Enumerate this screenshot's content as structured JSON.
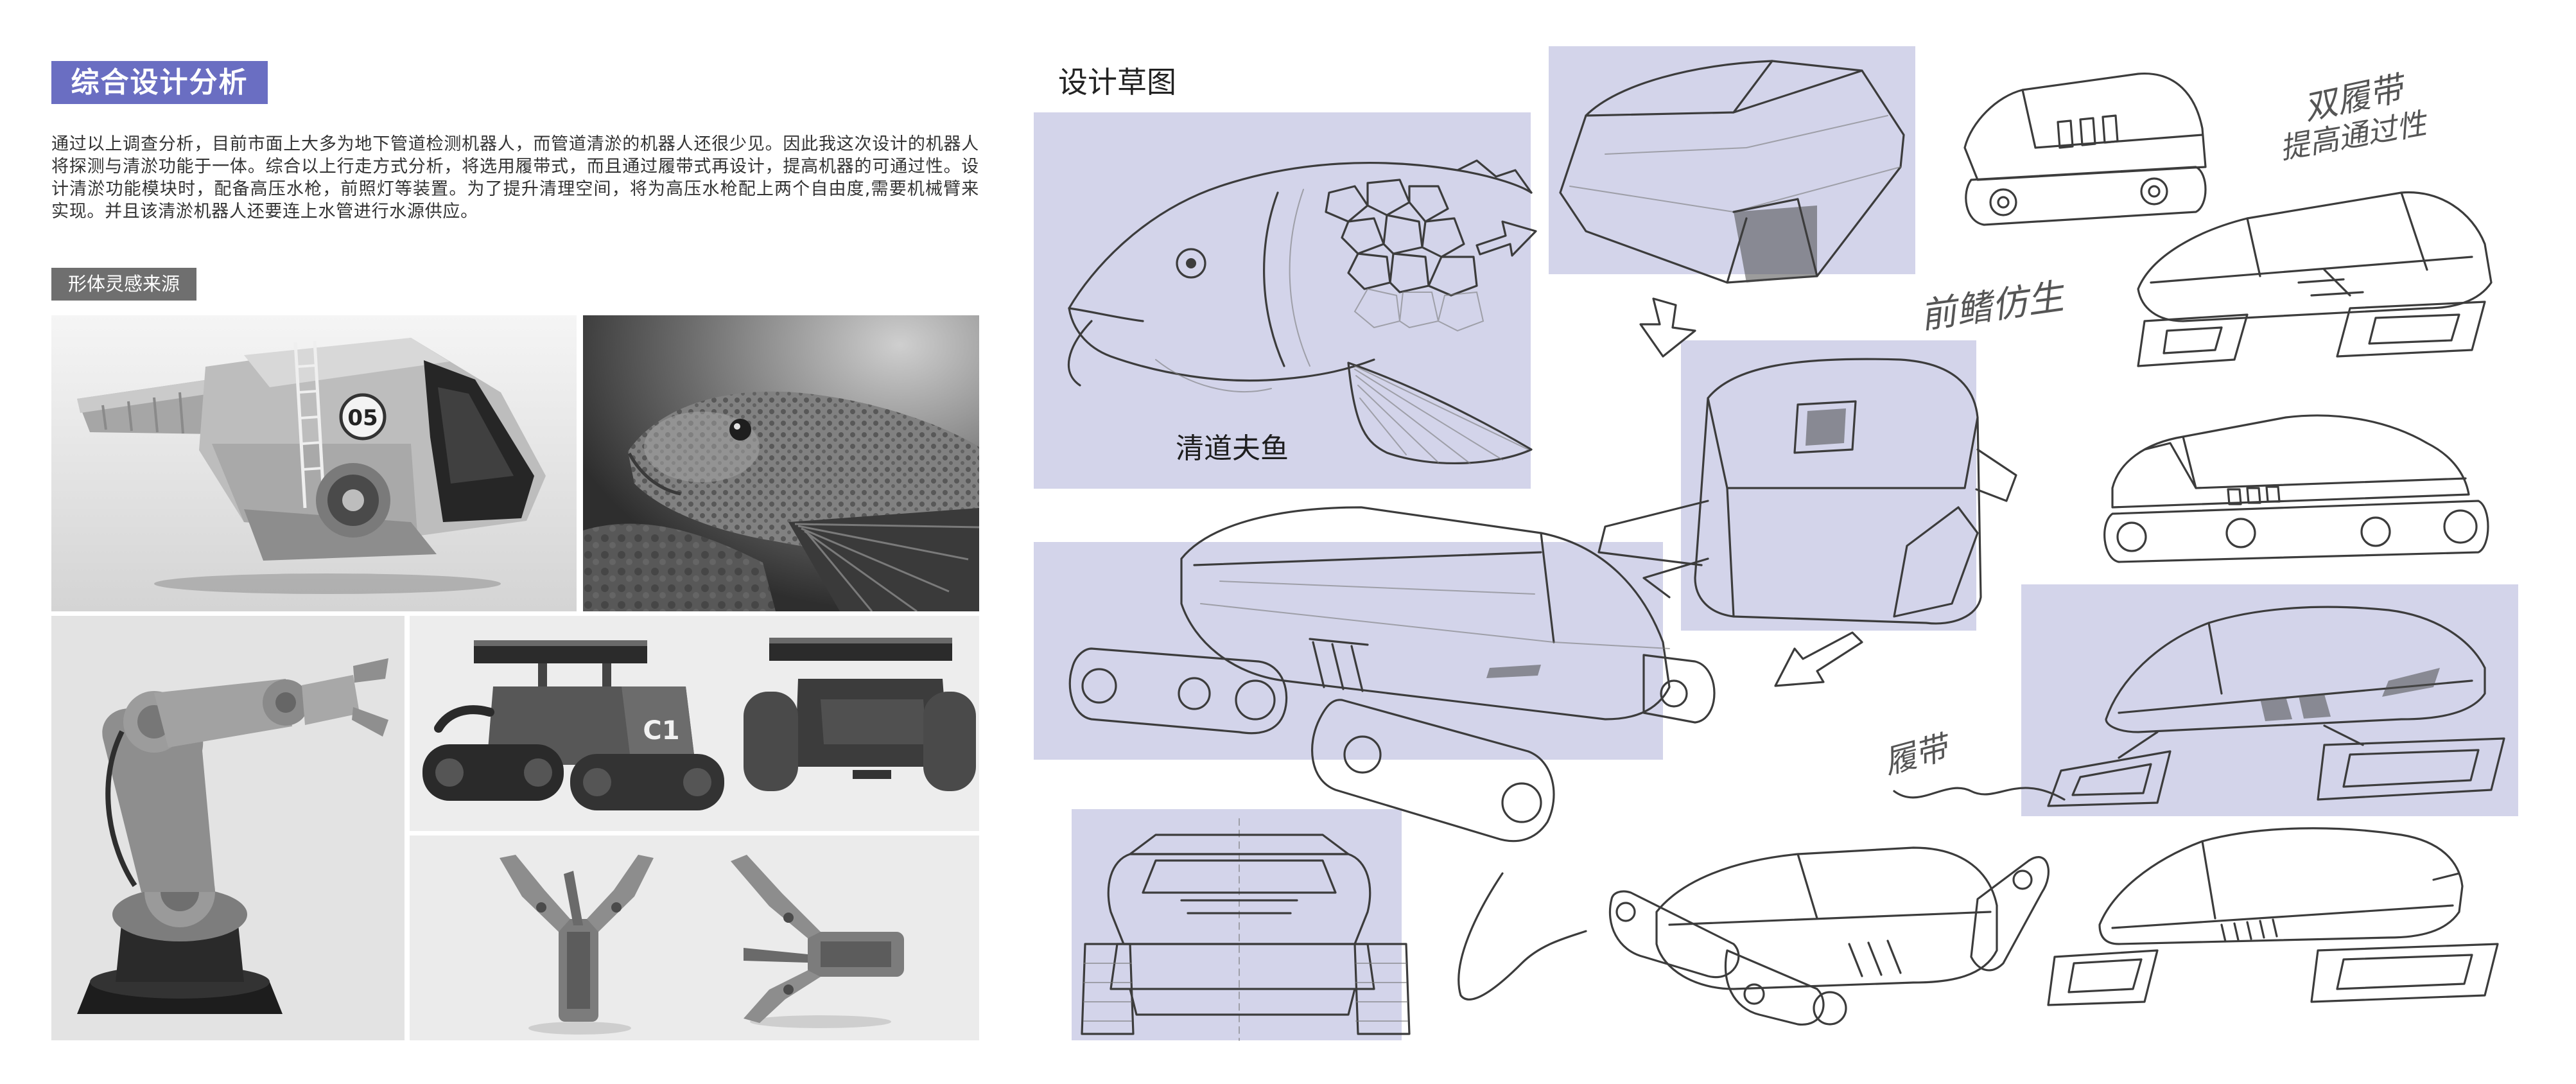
{
  "left_page": {
    "title": "综合设计分析",
    "intro": "通过以上调查分析，目前市面上大多为地下管道检测机器人，而管道清淤的机器人还很少见。因此我这次设计的机器人将探测与清淤功能于一体。综合以上行走方式分析，将选用履带式，而且通过履带式再设计，提高机器的可通过性。设计清淤功能模块时，配备高压水枪，前照灯等装置。为了提升清理空间，将为高压水枪配上两个自由度,需要机械臂来实现。并且该清淤机器人还要连上水管进行水源供应。",
    "subtitle": "形体灵感来源",
    "photo_text": {
      "vehicle_number": "05",
      "tracked_robot_mark": "C1"
    }
  },
  "right_page": {
    "title": "设计草图",
    "fish_label": "清道夫鱼",
    "notes": {
      "dual_track": "双履带",
      "passability": "提高通过性",
      "fin_bionic": "前鳍仿生",
      "track": "履带"
    }
  },
  "colors": {
    "title_bg": "#6a6ec2",
    "subtitle_bg": "#6f6f6f",
    "panel_bg": "#d3d4ea",
    "sketch_ink": "#3c3c3c",
    "text": "#333333"
  }
}
